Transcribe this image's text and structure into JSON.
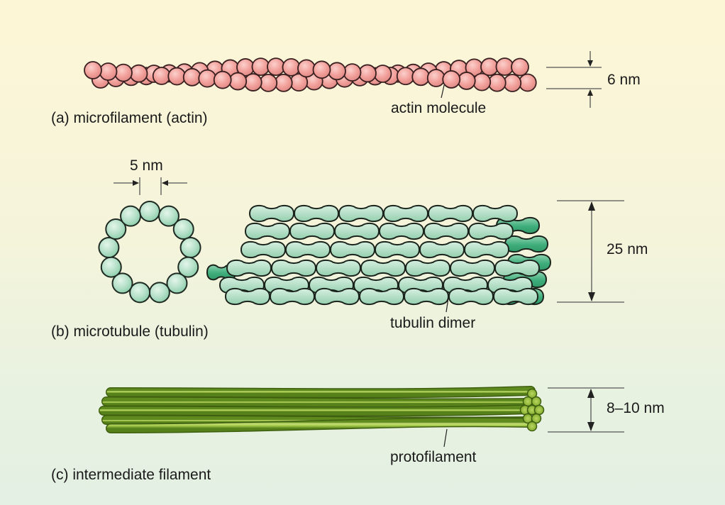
{
  "diagram": {
    "panels": [
      {
        "id": "a",
        "label": "(a) microfilament (actin)",
        "callout": "actin molecule",
        "dimension": "6 nm",
        "subunit_color": "#f2a3a0"
      },
      {
        "id": "b",
        "label": "(b) microtubule (tubulin)",
        "callout": "tubulin dimer",
        "dimension": "25 nm",
        "cross_section_dimension": "5 nm",
        "ring_subunits": 13,
        "subunit_color": "#b8e3cc",
        "interior_color": "#3fae7c"
      },
      {
        "id": "c",
        "label": "(c) intermediate filament",
        "callout": "protofilament",
        "dimension": "8–10 nm",
        "subunit_color": "#a9cc4e"
      }
    ]
  }
}
